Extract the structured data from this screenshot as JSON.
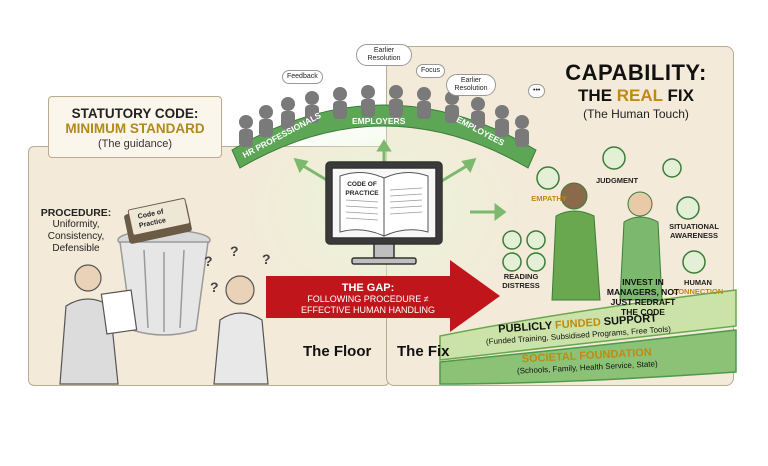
{
  "left": {
    "code_title": "STATUTORY CODE:",
    "code_standard": "MINIMUM STANDARD",
    "code_guidance": "(The guidance)",
    "procedure_title": "PROCEDURE:",
    "procedure_l1": "Uniformity,",
    "procedure_l2": "Consistency,",
    "procedure_l3": "Defensible",
    "book_label_1": "Code of",
    "book_label_2": "Practice",
    "floor": "The Floor"
  },
  "center": {
    "monitor_book_1": "CODE OF",
    "monitor_book_2": "PRACTICE",
    "gap_title": "THE GAP:",
    "gap_l1": "FOLLOWING PROCEDURE ≠",
    "gap_l2": "EFFECTIVE HUMAN HANDLING",
    "fix": "The Fix",
    "banners": [
      "HR PROFESSIONALS",
      "EMPLOYERS",
      "EMPLOYEES"
    ],
    "clouds": [
      "Feedback",
      "Earlier Resolution",
      "Focus",
      "Earlier Resolution"
    ]
  },
  "right": {
    "title": "CAPABILITY:",
    "sub_the": "THE ",
    "sub_real": "REAL ",
    "sub_fix": "FIX",
    "touch": "(The Human Touch)",
    "empathy": "EMPATHY",
    "judgment": "JUDGMENT",
    "situational_1": "SITUATIONAL",
    "situational_2": "AWARENESS",
    "reading_1": "READING",
    "reading_2": "DISTRESS",
    "human_1": "HUMAN",
    "human_2": "CONNECTION",
    "invest_1": "INVEST IN",
    "invest_2": "MANAGERS, NOT",
    "invest_3": "JUST REDRAFT",
    "invest_4": "THE CODE",
    "public_a": "PUBLICLY ",
    "public_b": "FUNDED",
    "public_c": " SUPPORT",
    "public_sub": "(Funded Training, Subsidised Programs, Free Tools)",
    "societal": "SOCIETAL FOUNDATION",
    "societal_sub": "(Schools, Family, Health Service, State)"
  },
  "colors": {
    "panel": "#f3ead9",
    "green": "#4c9a4a",
    "gold": "#c08a12",
    "red": "#c0161b"
  }
}
